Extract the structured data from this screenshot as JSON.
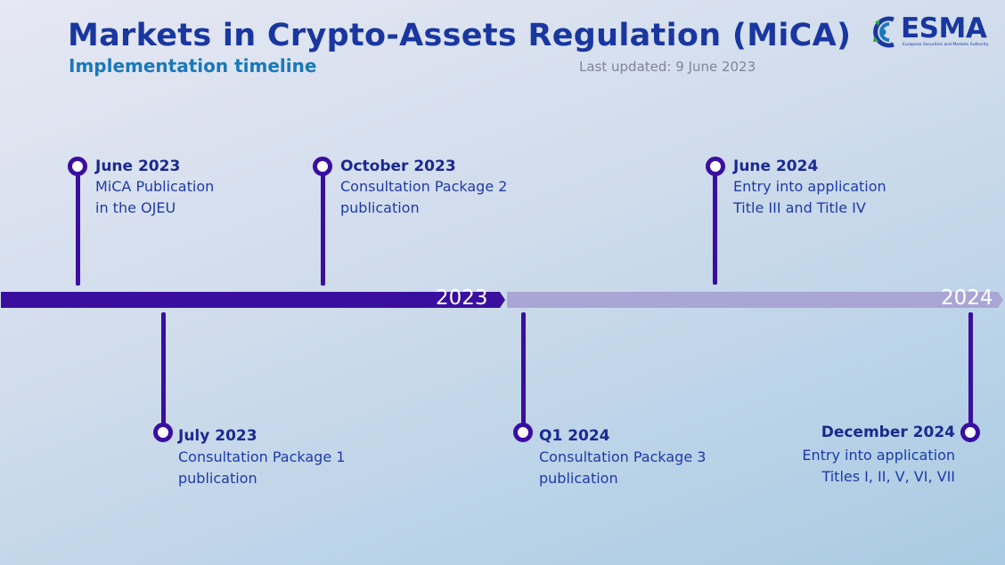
{
  "header": {
    "title": "Markets in Crypto-Assets Regulation (MiCA)",
    "subtitle": "Implementation timeline",
    "last_updated": "Last updated: 9 June 2023"
  },
  "logo": {
    "name": "ESMA",
    "tagline": "European Securities and Markets Authority"
  },
  "timeline": {
    "years": [
      "2023",
      "2024"
    ],
    "colors": {
      "year_2023": "#3a0fa0",
      "year_2024": "#a9a5d4",
      "marker": "#3a0fa0"
    },
    "events": [
      {
        "date": "June 2023",
        "lines": [
          "MiCA Publication",
          "in the OJEU"
        ],
        "position": "above"
      },
      {
        "date": "October 2023",
        "lines": [
          "Consultation Package 2",
          "publication"
        ],
        "position": "above"
      },
      {
        "date": "June 2024",
        "lines": [
          "Entry into application",
          "Title III and Title IV"
        ],
        "position": "above"
      },
      {
        "date": "July 2023",
        "lines": [
          "Consultation Package 1",
          "publication"
        ],
        "position": "below"
      },
      {
        "date": "Q1 2024",
        "lines": [
          "Consultation Package 3",
          "publication"
        ],
        "position": "below"
      },
      {
        "date": "December 2024",
        "lines": [
          "Entry into application",
          "Titles I, II, V, VI, VII"
        ],
        "position": "below"
      }
    ]
  }
}
